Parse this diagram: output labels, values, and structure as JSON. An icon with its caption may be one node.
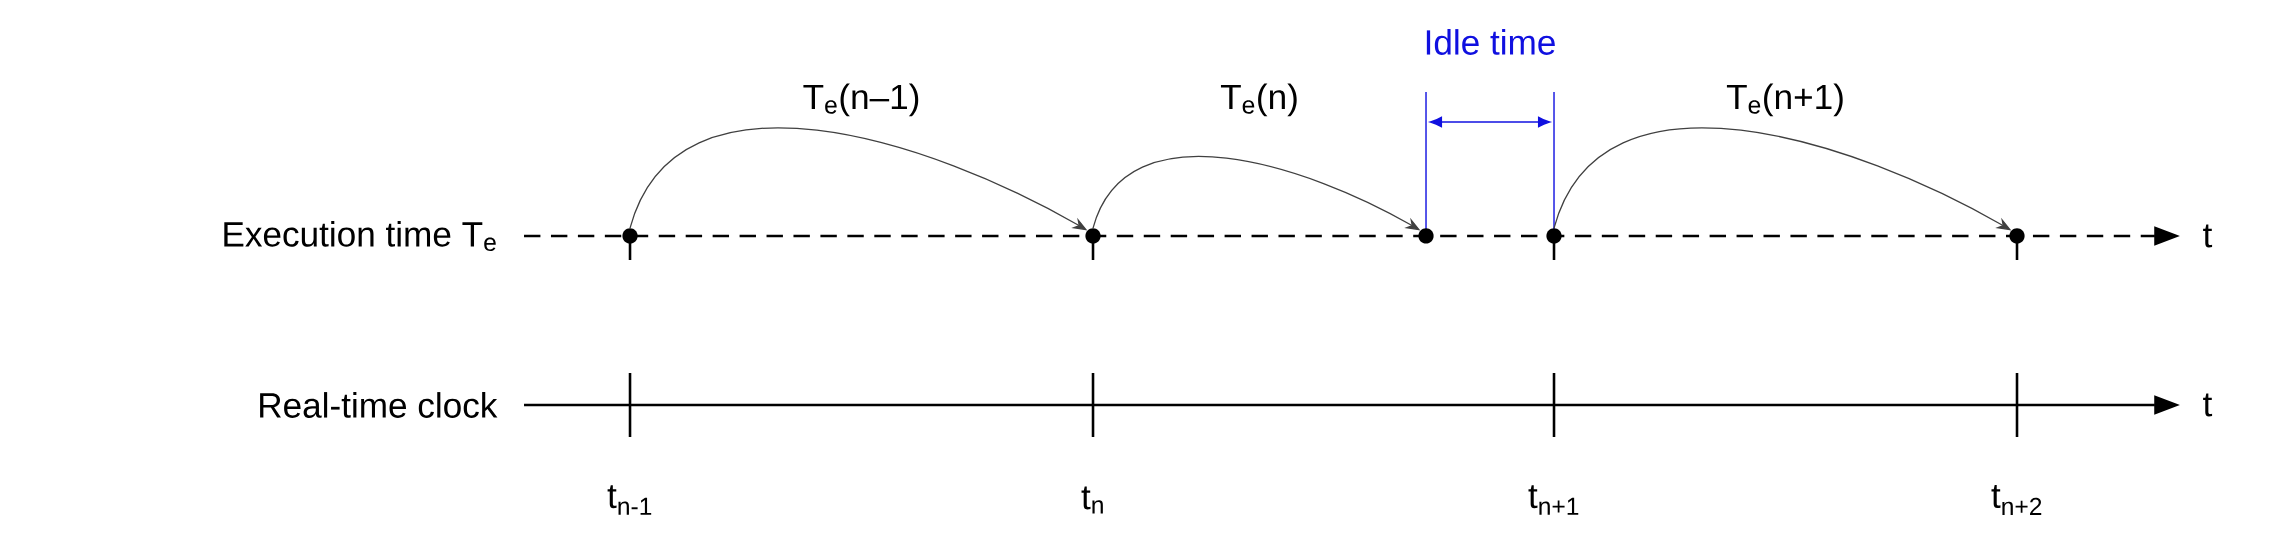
{
  "diagram": {
    "nodes": [
      {
        "text": [],
        "shape": "circle"
      },
      {
        "text": [],
        "shape": "circle"
      },
      {
        "text": [],
        "shape": "circle"
      },
      {
        "text": [],
        "shape": "circle"
      },
      {
        "text": [],
        "shape": "circle"
      }
    ],
    "edges": [
      {
        "from": 0,
        "to": 1,
        "arrow": "to",
        "label": "T$_{e}$(n–1)"
      },
      {
        "from": 1,
        "to": 2,
        "arrow": "to",
        "label": "T$_{e}$(n)"
      },
      {
        "from": 3,
        "to": 4,
        "arrow": "to",
        "label": "T$_{e}$(n+1)"
      }
    ],
    "labels": [
      "Idle time",
      "Execution time T$_{e}$",
      "t",
      "Real-time clock",
      "t",
      "t$_{n-1}$",
      "t$_{n}$",
      "t$_{n+1}$",
      "t$_{n+2}$"
    ]
  }
}
